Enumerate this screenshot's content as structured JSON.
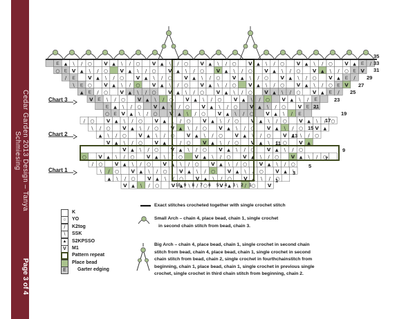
{
  "sidebar": {
    "title": "Cedar Garden 2013 Design – Tanya Schmiesing",
    "page": "Page 3 of 4"
  },
  "chart_labels": [
    "Chart 3",
    "Chart 2",
    "Chart 1"
  ],
  "row_numbers_right": [
    "35",
    "33",
    "31",
    "29",
    "27",
    "25",
    "23",
    "21",
    "19",
    "17",
    "15",
    "13",
    "11",
    "9",
    "7",
    "5",
    "3",
    "1"
  ],
  "column_numbers": [
    "10",
    "9",
    "8",
    "7",
    "6",
    "5",
    "4",
    "3",
    "2",
    "1"
  ],
  "legend": [
    {
      "symbol": "",
      "label": "K"
    },
    {
      "symbol": "○",
      "label": "YO"
    },
    {
      "symbol": "/",
      "label": "K2tog"
    },
    {
      "symbol": "\\",
      "label": "SSK"
    },
    {
      "symbol": "▲",
      "label": "S2KPSSO"
    },
    {
      "symbol": "V",
      "label": "M1"
    },
    {
      "symbol": "",
      "label": "Pattern repeat"
    },
    {
      "symbol": "",
      "label": "Place bead"
    },
    {
      "symbol": "E",
      "label": "Garter edging"
    }
  ],
  "descriptions": {
    "exact": "Exact stitches crocheted together with single crochet stitch",
    "small_arch": [
      "Small Arch – chain 4, place bead, chain 1, single crochet",
      "in second chain stitch from bead, chain 3."
    ],
    "big_arch": [
      "Big Arch – chain 4, place bead, chain 1, single crochet in second chain",
      "stitch from bead, chain 4, place bead, chain 1, single crochet in second",
      "chain stitch from bead, chain 2, single crochet in fourthchainstitch from",
      "beginning, chain 1, place bead, chain 1, single crochet in previous single",
      "crochet, single crochet in third chain stitch from beginning, chain 2."
    ]
  },
  "colors": {
    "sidebar": "#7b2430",
    "gray_cell": "#c9c9c9",
    "bead": "#a9c28d",
    "repeat": "#3f4a1f"
  }
}
